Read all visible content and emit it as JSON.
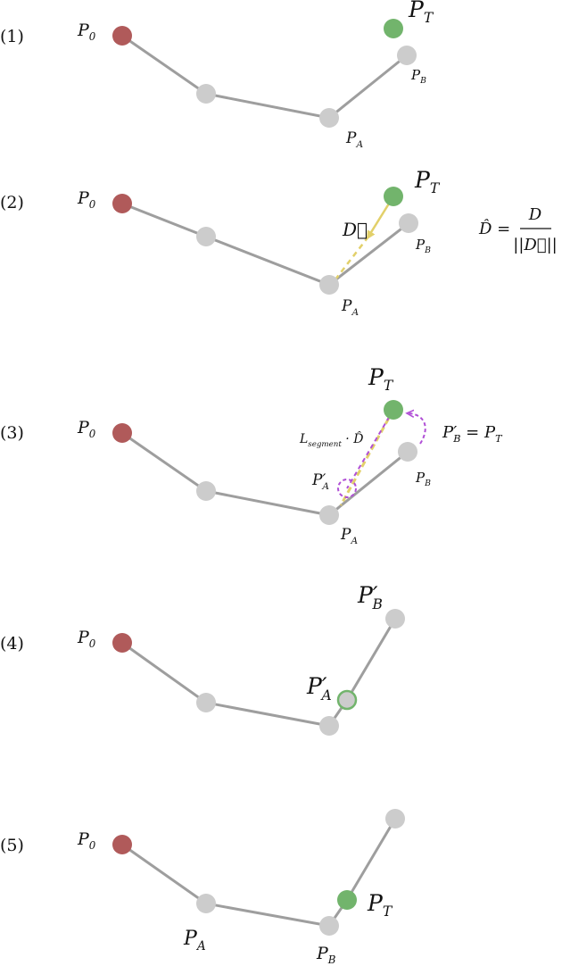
{
  "steps": [
    {
      "label": "(1)",
      "p0": {
        "base": "P",
        "sub": "0"
      },
      "pt": {
        "base": "P",
        "sub": "T"
      },
      "pa": {
        "base": "P",
        "sub": "A"
      },
      "pb": {
        "base": "P",
        "sub": "B"
      }
    },
    {
      "label": "(2)",
      "p0": {
        "base": "P",
        "sub": "0"
      },
      "pt": {
        "base": "P",
        "sub": "T"
      },
      "pa": {
        "base": "P",
        "sub": "A"
      },
      "pb": {
        "base": "P",
        "sub": "B"
      },
      "vector": "D⃗",
      "formula": {
        "lhs": "D̂ =",
        "num": "D",
        "den": "||D⃗||"
      }
    },
    {
      "label": "(3)",
      "p0": {
        "base": "P",
        "sub": "0"
      },
      "pt": {
        "base": "P",
        "sub": "T"
      },
      "pa": {
        "base": "P",
        "sub": "A"
      },
      "pb": {
        "base": "P",
        "sub": "B"
      },
      "pa_prime": {
        "base": "P",
        "prime": "′",
        "sub": "A"
      },
      "segment": {
        "base": "L",
        "sub": "segment",
        "rest": " · D̂"
      },
      "pb_prime_eq": {
        "base": "P",
        "prime": "′",
        "sub": "B",
        "rest": " = P",
        "sub2": "T"
      }
    },
    {
      "label": "(4)",
      "p0": {
        "base": "P",
        "sub": "0"
      },
      "pb_prime": {
        "base": "P",
        "prime": "′",
        "sub": "B"
      },
      "pa_prime": {
        "base": "P",
        "prime": "′",
        "sub": "A"
      }
    },
    {
      "label": "(5)",
      "p0": {
        "base": "P",
        "sub": "0"
      },
      "pt": {
        "base": "P",
        "sub": "T"
      },
      "pa": {
        "base": "P",
        "sub": "A"
      },
      "pb": {
        "base": "P",
        "sub": "B"
      }
    }
  ],
  "colors": {
    "root": "#b05a5a",
    "target": "#72b46c",
    "joint": "#cccccc",
    "bone": "#9e9e9e",
    "direction": "#e2d06a",
    "move": "#b04fd6"
  }
}
